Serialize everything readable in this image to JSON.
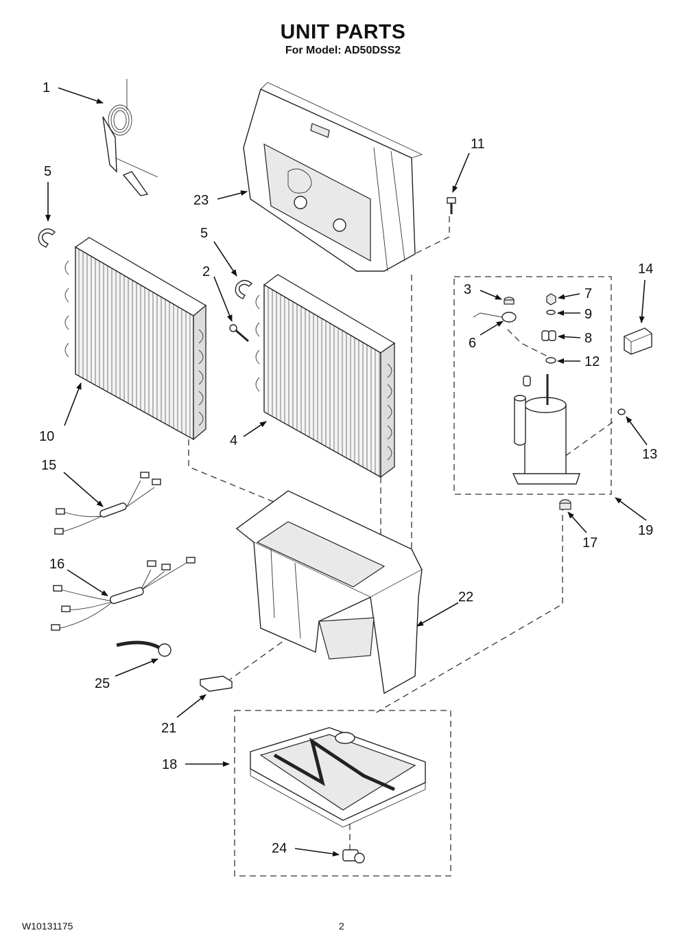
{
  "header": {
    "title": "UNIT PARTS",
    "subtitle": "For Model: AD50DSS2"
  },
  "footer": {
    "doc_number": "W10131175",
    "page_number": "2"
  },
  "callouts": [
    "1",
    "2",
    "3",
    "4",
    "5",
    "5",
    "6",
    "7",
    "8",
    "9",
    "10",
    "11",
    "12",
    "13",
    "14",
    "15",
    "16",
    "17",
    "18",
    "19",
    "21",
    "22",
    "23",
    "24",
    "25"
  ]
}
